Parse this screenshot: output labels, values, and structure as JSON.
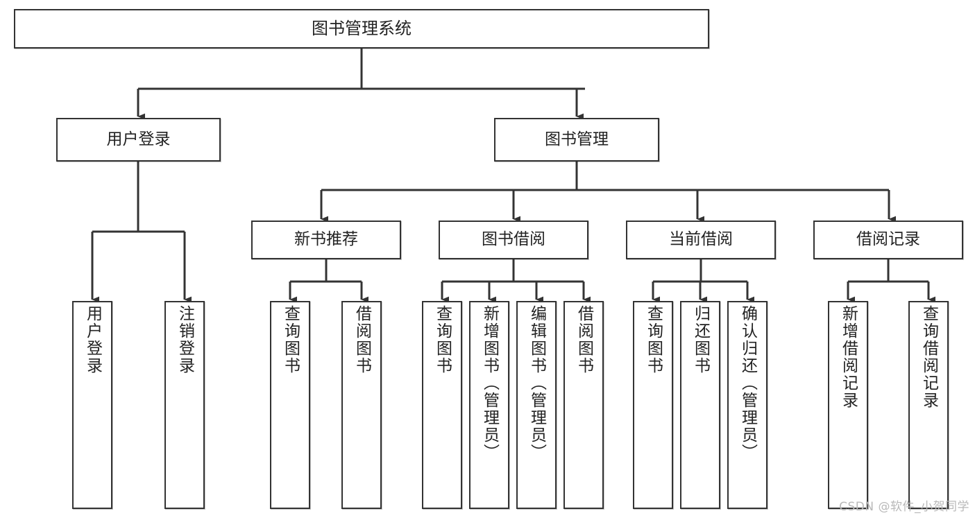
{
  "diagram": {
    "title": "图书管理系统",
    "watermark": "CSDN @软件_小贺同学",
    "line_color": "#333333",
    "box_fill": "#ffffff",
    "text_color": "#222222"
  },
  "nodes": {
    "root": {
      "label": "图书管理系统"
    },
    "level2": [
      {
        "label": "用户登录"
      },
      {
        "label": "图书管理"
      }
    ],
    "level3": [
      {
        "label": "新书推荐"
      },
      {
        "label": "图书借阅"
      },
      {
        "label": "当前借阅"
      },
      {
        "label": "借阅记录"
      }
    ],
    "leaves": {
      "user_login": [
        {
          "label": "用户登录"
        },
        {
          "label": "注销登录"
        }
      ],
      "new_book_recommend": [
        {
          "label": "查询图书"
        },
        {
          "label": "借阅图书"
        }
      ],
      "book_borrow": [
        {
          "label": "查询图书"
        },
        {
          "label": "新增图书（管理员）"
        },
        {
          "label": "编辑图书（管理员）"
        },
        {
          "label": "借阅图书"
        }
      ],
      "current_borrow": [
        {
          "label": "查询图书"
        },
        {
          "label": "归还图书"
        },
        {
          "label": "确认归还（管理员）"
        }
      ],
      "borrow_record": [
        {
          "label": "新增借阅记录"
        },
        {
          "label": "查询借阅记录"
        }
      ]
    }
  }
}
